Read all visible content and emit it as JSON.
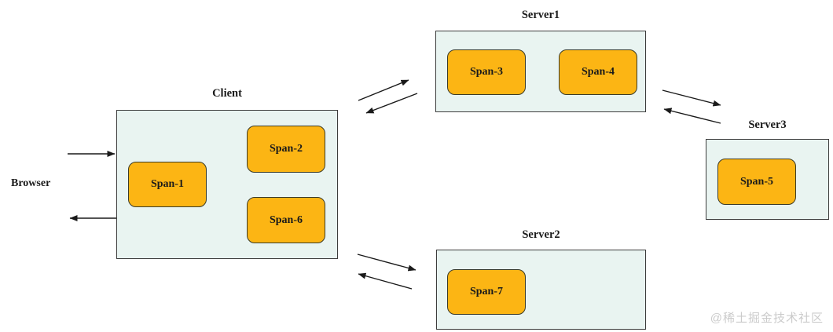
{
  "diagram": {
    "browser_label": "Browser",
    "watermark": "@稀土掘金技术社区",
    "colors": {
      "background": "#FFFFFF",
      "span_fill": "#FCB514",
      "span_border": "#3A3A28",
      "container_fill": "#E9F4F1",
      "container_border": "#3C3C3C",
      "arrow_color": "#1A1A1A",
      "text_color": "#1A1A1A",
      "watermark_color": "#CBCBCB"
    },
    "containers": [
      {
        "label": "Client",
        "spans": [
          "Span-1",
          "Span-2",
          "Span-6"
        ]
      },
      {
        "label": "Server1",
        "spans": [
          "Span-3",
          "Span-4"
        ]
      },
      {
        "label": "Server2",
        "spans": [
          "Span-7"
        ]
      },
      {
        "label": "Server3",
        "spans": [
          "Span-5"
        ]
      }
    ],
    "connections": [
      {
        "from": "Browser",
        "to": "Client"
      },
      {
        "from": "Client",
        "to": "Browser"
      },
      {
        "from": "Client",
        "to": "Server1"
      },
      {
        "from": "Server1",
        "to": "Client"
      },
      {
        "from": "Server1",
        "to": "Server3"
      },
      {
        "from": "Server3",
        "to": "Server1"
      },
      {
        "from": "Client",
        "to": "Server2"
      },
      {
        "from": "Server2",
        "to": "Client"
      }
    ]
  }
}
